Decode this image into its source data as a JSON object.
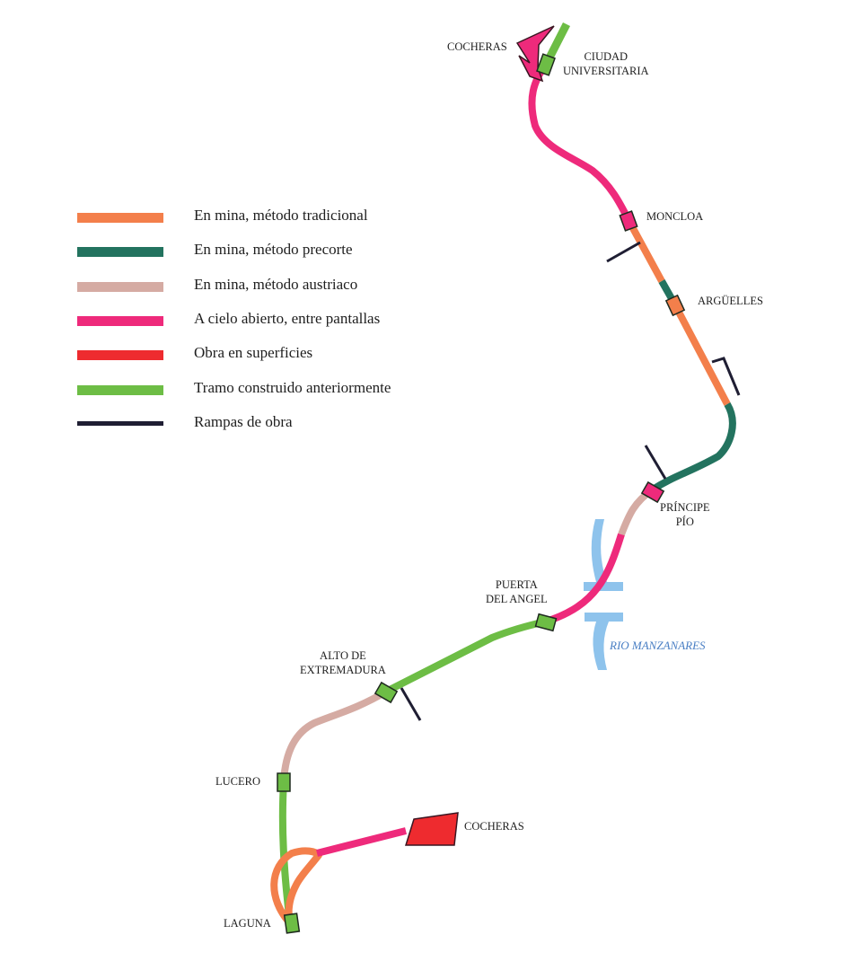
{
  "legend": [
    {
      "label": "En mina, método tradicional",
      "color": "#f37f4b"
    },
    {
      "label": "En mina, método precorte",
      "color": "#23735f"
    },
    {
      "label": "En mina, método austriaco",
      "color": "#d5aba3"
    },
    {
      "label": "A cielo abierto, entre pantallas",
      "color": "#ee2a7b"
    },
    {
      "label": "Obra en superficies",
      "color": "#ee2b2f"
    },
    {
      "label": "Tramo construido anteriormente",
      "color": "#6dbd45"
    },
    {
      "label": "Rampas de obra",
      "color": "#1f1e33"
    }
  ],
  "stations": {
    "ciudad_universitaria": [
      "CIUDAD",
      "UNIVERSITARIA"
    ],
    "moncloa": "MONCLOA",
    "arguelles": "ARGÜELLES",
    "principe_pio": [
      "PRÍNCIPE",
      "PÍO"
    ],
    "puerta_del_angel": [
      "PUERTA",
      "DEL ANGEL"
    ],
    "alto_de_extremadura": [
      "ALTO DE",
      "EXTREMADURA"
    ],
    "lucero": "LUCERO",
    "laguna": "LAGUNA"
  },
  "depots": {
    "north": "COCHERAS",
    "south": "COCHERAS"
  },
  "river": "RIO MANZANARES",
  "colors": {
    "tradicional": "#f37f4b",
    "precorte": "#23735f",
    "austriaco": "#d5aba3",
    "cielo_abierto": "#ee2a7b",
    "superficie": "#ee2b2f",
    "anterior": "#6dbd45",
    "rampas": "#1f1e33",
    "river": "#8ec3ec",
    "station_stroke": "#1f2a1f"
  }
}
